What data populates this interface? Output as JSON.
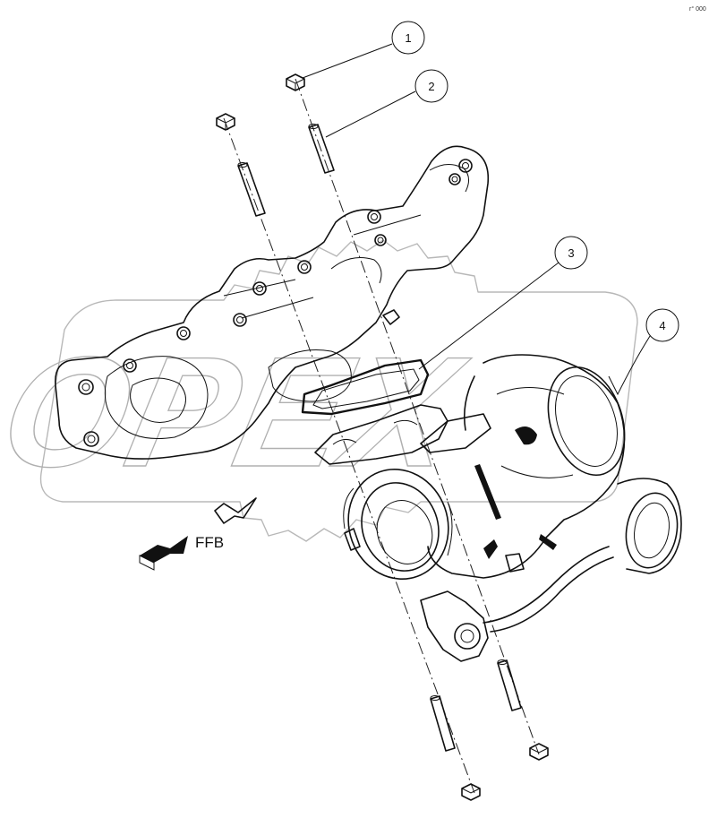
{
  "corner_mark": "r° 000",
  "watermark": {
    "text": "OPEX"
  },
  "direction_label": "FFB",
  "callouts": [
    {
      "number": "1"
    },
    {
      "number": "2"
    },
    {
      "number": "3"
    },
    {
      "number": "4"
    }
  ]
}
